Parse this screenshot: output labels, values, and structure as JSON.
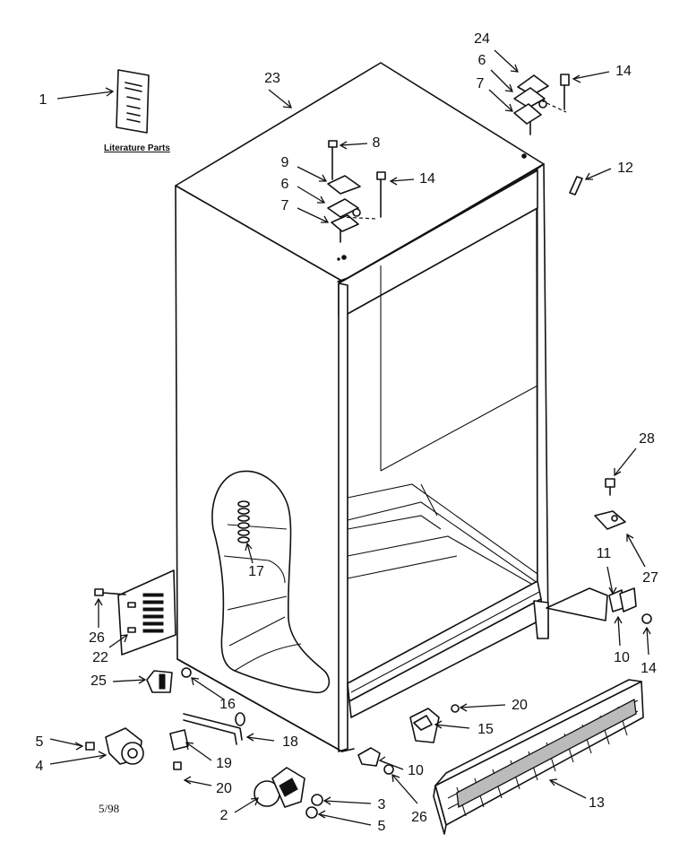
{
  "caption": "Literature Parts",
  "date_code": "5/98",
  "callouts": [
    {
      "id": "c1",
      "text": "1"
    },
    {
      "id": "c23",
      "text": "23"
    },
    {
      "id": "c24",
      "text": "24"
    },
    {
      "id": "c6a",
      "text": "6"
    },
    {
      "id": "c7a",
      "text": "7"
    },
    {
      "id": "c14a",
      "text": "14"
    },
    {
      "id": "c8",
      "text": "8"
    },
    {
      "id": "c9",
      "text": "9"
    },
    {
      "id": "c6b",
      "text": "6"
    },
    {
      "id": "c7b",
      "text": "7"
    },
    {
      "id": "c14b",
      "text": "14"
    },
    {
      "id": "c12",
      "text": "12"
    },
    {
      "id": "c28",
      "text": "28"
    },
    {
      "id": "c27",
      "text": "27"
    },
    {
      "id": "c11",
      "text": "11"
    },
    {
      "id": "c10a",
      "text": "10"
    },
    {
      "id": "c14c",
      "text": "14"
    },
    {
      "id": "c17",
      "text": "17"
    },
    {
      "id": "c26a",
      "text": "26"
    },
    {
      "id": "c22",
      "text": "22"
    },
    {
      "id": "c25",
      "text": "25"
    },
    {
      "id": "c16",
      "text": "16"
    },
    {
      "id": "c5a",
      "text": "5"
    },
    {
      "id": "c4",
      "text": "4"
    },
    {
      "id": "c18",
      "text": "18"
    },
    {
      "id": "c19",
      "text": "19"
    },
    {
      "id": "c20a",
      "text": "20"
    },
    {
      "id": "c20b",
      "text": "20"
    },
    {
      "id": "c15",
      "text": "15"
    },
    {
      "id": "c10b",
      "text": "10"
    },
    {
      "id": "c26b",
      "text": "26"
    },
    {
      "id": "c13",
      "text": "13"
    },
    {
      "id": "c2",
      "text": "2"
    },
    {
      "id": "c3",
      "text": "3"
    },
    {
      "id": "c5b",
      "text": "5"
    }
  ]
}
